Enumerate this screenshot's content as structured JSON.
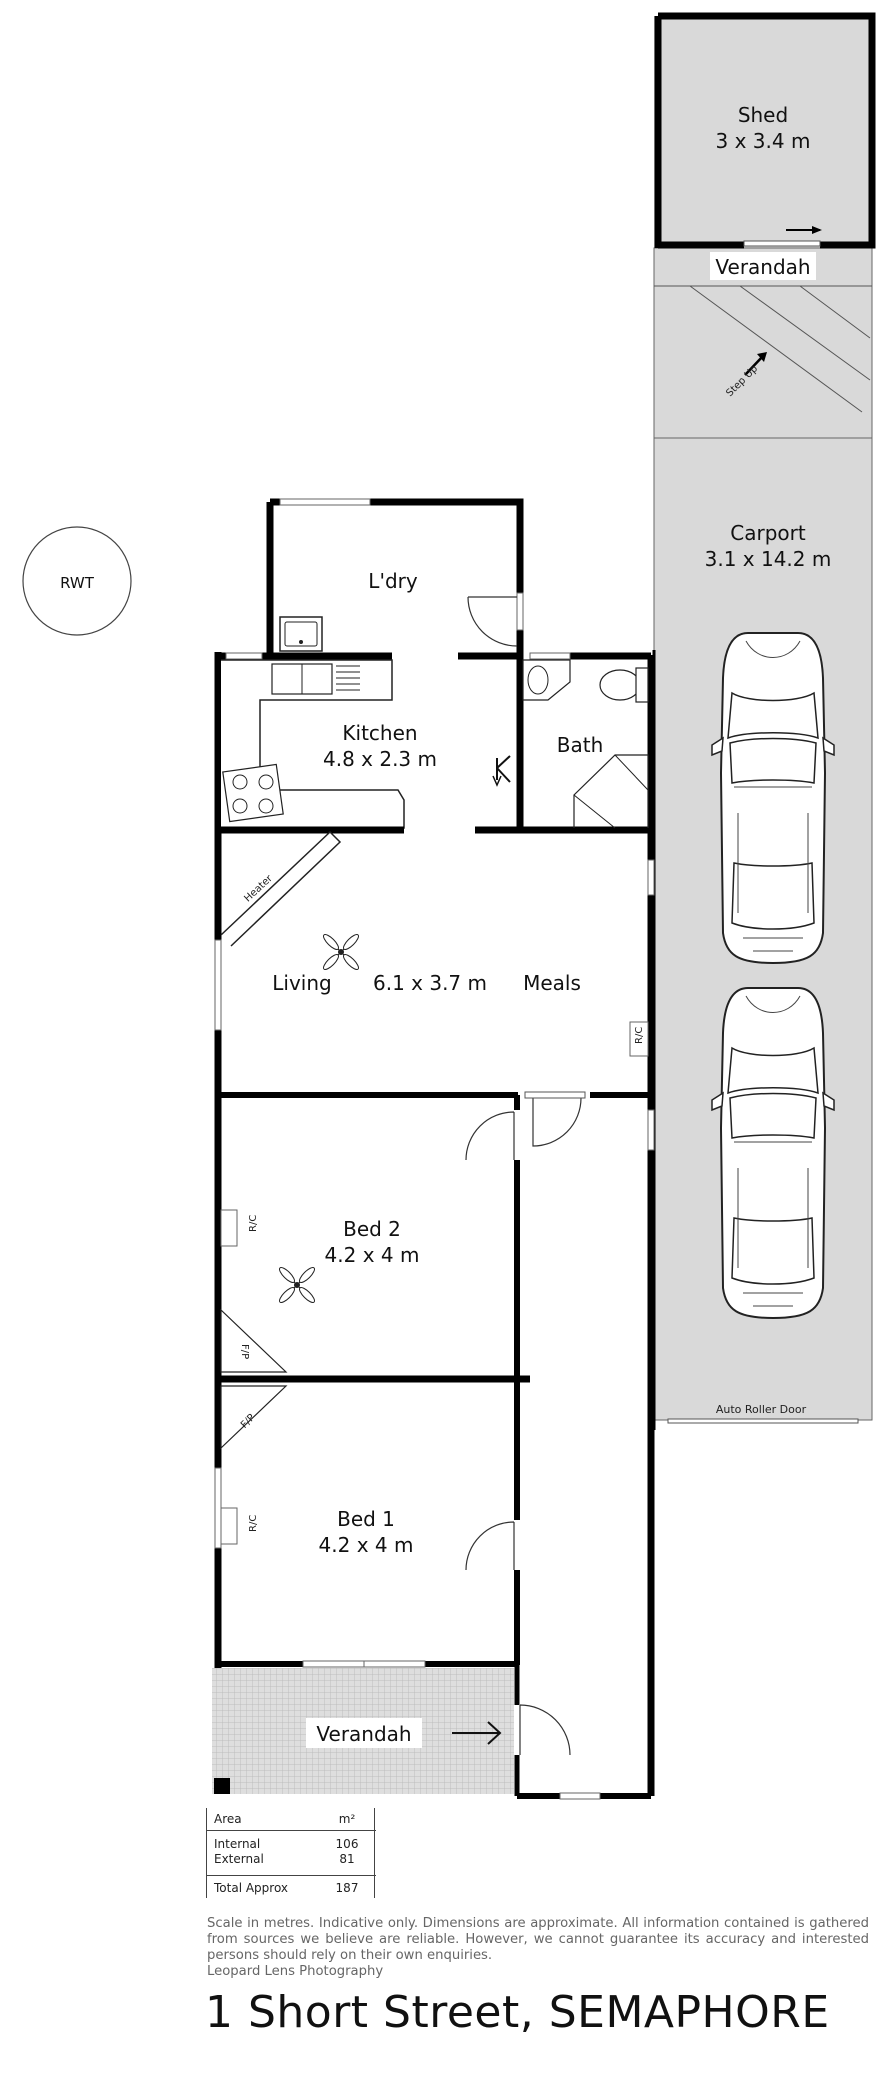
{
  "rooms": {
    "shed": {
      "name": "Shed",
      "size": "3 x 3.4 m"
    },
    "verandah_rear": {
      "name": "Verandah"
    },
    "step_up": {
      "name": "Step Up"
    },
    "carport": {
      "name": "Carport",
      "size": "3.1 x 14.2 m"
    },
    "auto_roller_door": {
      "name": "Auto Roller Door"
    },
    "laundry": {
      "name": "L'dry"
    },
    "kitchen": {
      "name": "Kitchen",
      "size": "4.8 x 2.3 m"
    },
    "bath": {
      "name": "Bath"
    },
    "heater": {
      "name": "Heater"
    },
    "living": {
      "name": "Living"
    },
    "living_size": {
      "size": "6.1 x 3.7 m"
    },
    "meals": {
      "name": "Meals"
    },
    "rc_living": {
      "name": "R/C"
    },
    "bed2": {
      "name": "Bed 2",
      "size": "4.2 x 4 m"
    },
    "rc_bed2": {
      "name": "R/C"
    },
    "fp_bed2": {
      "name": "F/P"
    },
    "fp_bed1": {
      "name": "F/P"
    },
    "bed1": {
      "name": "Bed 1",
      "size": "4.2 x 4 m"
    },
    "rc_bed1": {
      "name": "R/C"
    },
    "verandah_front": {
      "name": "Verandah"
    },
    "rwt": {
      "name": "RWT"
    }
  },
  "area_table": {
    "header_label": "Area",
    "header_unit": "m²",
    "rows": [
      {
        "label": "Internal",
        "value": "106"
      },
      {
        "label": "External",
        "value": "81"
      }
    ],
    "total_label": "Total Approx",
    "total_value": "187"
  },
  "disclaimer": "Scale in metres. Indicative only. Dimensions are approximate. All information contained is gathered from sources we believe are reliable. However, we cannot guarantee its accuracy and interested persons should rely on their own enquiries.",
  "credit": "Leopard Lens Photography",
  "address": "1 Short Street, SEMAPHORE",
  "colors": {
    "wall": "#000000",
    "shaded": "#d9d9d9",
    "grid": "#bcbcbc"
  }
}
